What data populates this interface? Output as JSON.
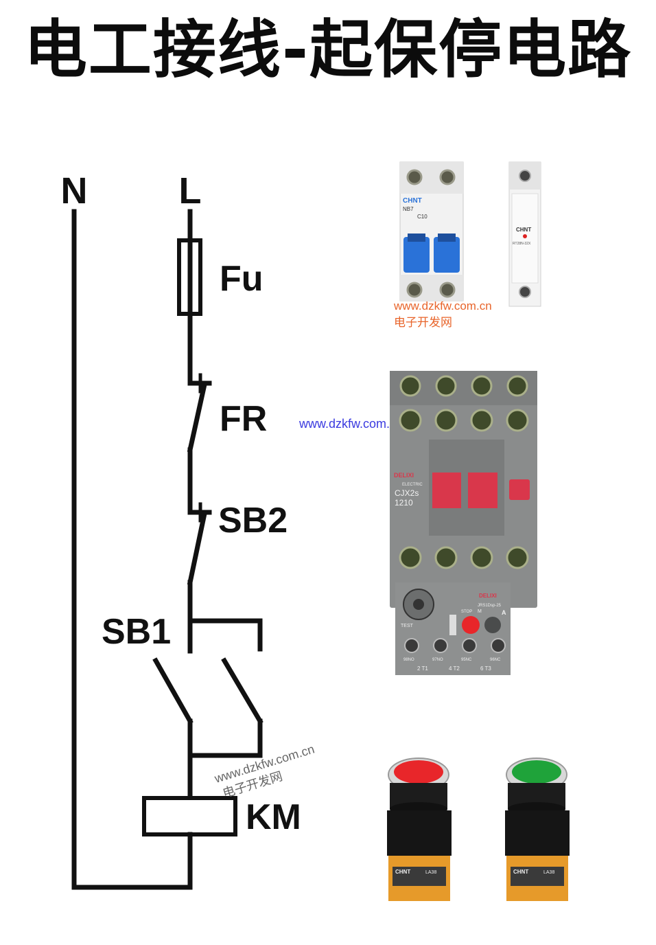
{
  "title": "电工接线-起保停电路",
  "labels": {
    "neutral": "N",
    "line": "L",
    "fuse": "Fu",
    "thermal_relay": "FR",
    "stop_button": "SB2",
    "start_button": "SB1",
    "contactor_coil": "KM"
  },
  "watermarks": {
    "url": "www.dzkfw.com.cn",
    "site_name": "电子开发网"
  },
  "device_markings": {
    "breaker_brand": "CHNT",
    "breaker_model": "NB7",
    "breaker_rating": "C10",
    "fuse_brand": "CHNT",
    "fuse_model": "RT28N-32X",
    "contactor_brand": "DELIXI",
    "contactor_sub": "ELECTRIC",
    "contactor_model": "CJX2s",
    "contactor_rating": "1210",
    "overload_brand": "DELIXI",
    "overload_model": "JRS1Dsp-25",
    "overload_test": "TEST",
    "overload_stop": "STOP",
    "overload_m": "M",
    "overload_a": "A",
    "overload_term_1": "98NO",
    "overload_term_2": "97NO",
    "overload_term_3": "95NC",
    "overload_term_4": "96NC",
    "overload_out_1": "2 T1",
    "overload_out_2": "4 T2",
    "overload_out_3": "6 T3",
    "button_brand": "CHNT",
    "button_model": "LA38"
  },
  "colors": {
    "wire": "#111111",
    "watermark_orange": "#e8642a",
    "watermark_blue": "#3a3adf",
    "breaker_blue": "#2a72d8",
    "contactor_gray": "#8a8c8c",
    "contactor_red": "#d9374b",
    "button_red": "#e8262a",
    "button_green": "#1fa33a"
  }
}
